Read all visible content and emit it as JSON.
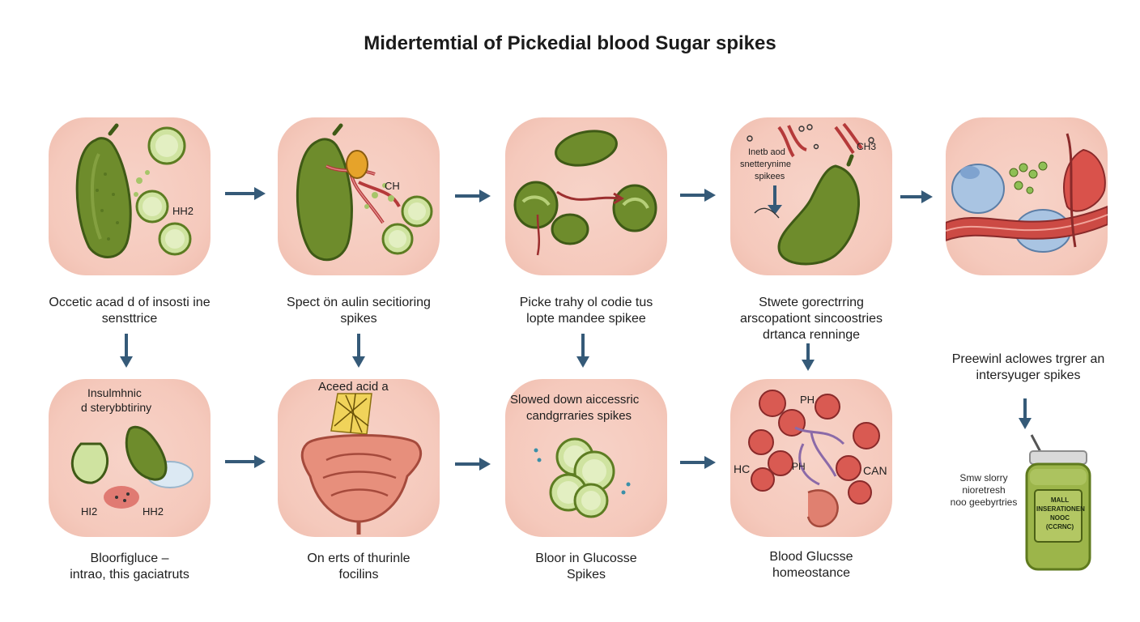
{
  "title": "Midertemtial of Pickedial blood Sugar spikes",
  "top_captions": [
    [
      "Occetic acad d of insosti ine",
      "sensttrice"
    ],
    [
      "Spect ön aulin secitioring",
      "spikes"
    ],
    [
      "Picke trahy ol codie tus",
      "lopte mandee spikee"
    ],
    [
      "Stwete gorectrring",
      "arscopationt sincoostries",
      "drtanca renninge"
    ]
  ],
  "bottom_captions": [
    [
      "Bloorfigluce –",
      "intrao, this gaciatruts"
    ],
    [
      "On erts of thurinle",
      "focilins"
    ],
    [
      "Bloor in Glucosse",
      "Spikes"
    ],
    [
      "Blood Glucsse",
      "homeostance"
    ]
  ],
  "right_caption": [
    "Preewinl aclowes trgrer an",
    "intersyuger spikes"
  ],
  "panel_labels": {
    "p1_formula": "HH2",
    "p2_formula": "CH",
    "p4_text": [
      "Inetb aod",
      "snetterynime",
      "spikees"
    ],
    "p4_formula": "CH3",
    "p6_text": [
      "Insulmhnic",
      "d sterybbtiriny"
    ],
    "p6_formula_left": "HI2",
    "p6_formula_right": "HH2",
    "p7_text": "Aceed acid a",
    "p8_text": [
      "Slowed down aiccessric",
      "candgrraries spikes"
    ],
    "p9_top": "PH",
    "p9_left": "HC",
    "p9_mid": "PH",
    "p9_right": "CAN"
  },
  "side_note": [
    "Smw slorry",
    "nioretresh",
    "noo geebyrtries"
  ],
  "jar_label": [
    "MALL",
    "INSERATIONEN",
    "NOOC",
    "(CCRNC)"
  ],
  "colors": {
    "panel_bg": "#f5c9bc",
    "arrow": "#355a78",
    "pickle": "#6e8c2c",
    "slice": "#cfe3a0",
    "blood_cell": "#d95a52"
  }
}
